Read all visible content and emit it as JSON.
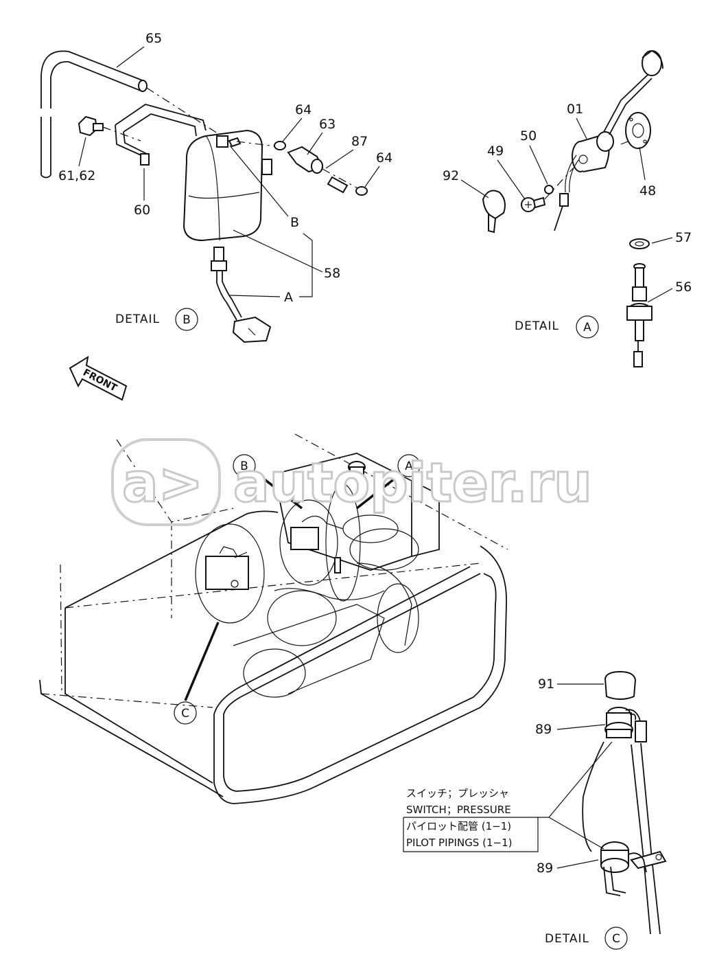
{
  "labels": {
    "p65": "65",
    "p6162": "61,62",
    "p60": "60",
    "p64a": "64",
    "p63": "63",
    "p87": "87",
    "p64b": "64",
    "p58": "58",
    "p01": "01",
    "p50": "50",
    "p49": "49",
    "p92": "92",
    "p48": "48",
    "p57": "57",
    "p56": "56",
    "p91": "91",
    "p89a": "89",
    "p89b": "89"
  },
  "letters": {
    "a": "A",
    "b": "B",
    "c": "C"
  },
  "details": {
    "word": "DETAIL"
  },
  "front_label": "FRONT",
  "callout": {
    "jp1": "スイッチ；プレッシャ",
    "en1": "SWITCH；PRESSURE",
    "jp2": "パイロット配管 (1−1)",
    "en2": "PILOT PIPINGS (1−1)"
  },
  "watermark": {
    "logo": "a>",
    "text": "autopiter.ru"
  }
}
